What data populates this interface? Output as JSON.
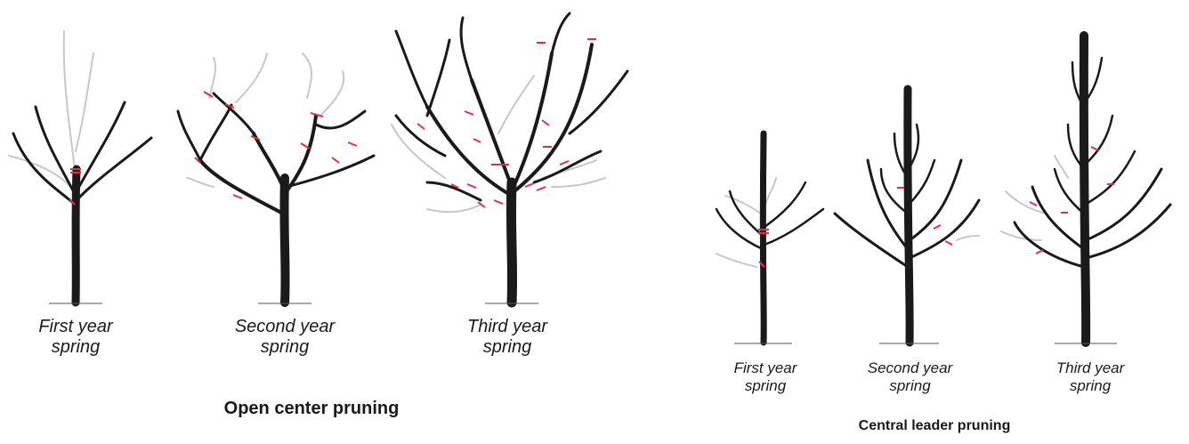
{
  "open_center": {
    "title": "Open center pruning",
    "trees": [
      {
        "line1": "First year",
        "line2": "spring"
      },
      {
        "line1": "Second year",
        "line2": "spring"
      },
      {
        "line1": "Third year",
        "line2": "spring"
      }
    ]
  },
  "central_leader": {
    "title": "Central leader pruning",
    "trees": [
      {
        "line1": "First year",
        "line2": "spring"
      },
      {
        "line1": "Second year",
        "line2": "spring"
      },
      {
        "line1": "Third year",
        "line2": "spring"
      }
    ]
  },
  "colors": {
    "branch": "#1a1a1a",
    "pruned_growth": "#c8c8c8",
    "cut_mark": "#e0304a"
  }
}
